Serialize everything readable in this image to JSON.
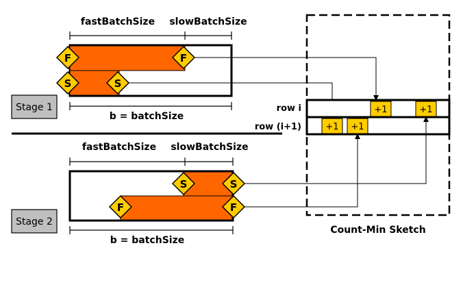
{
  "labels": {
    "fast_batch": "fastBatchSize",
    "slow_batch": "slowBatchSize",
    "batch_size": "b = batchSize",
    "stage1": "Stage 1",
    "stage2": "Stage 2",
    "row_i": "row i",
    "row_i1": "row (i+1)",
    "sketch_title": "Count-Min Sketch"
  },
  "markers": {
    "fast": "F",
    "slow": "S"
  },
  "increment": "+1",
  "colors": {
    "pointer_bar": "#FF6600",
    "marker_fill": "#FFCC00",
    "cell_fill": "#FFCC00",
    "stage_box": "#BFBFBF",
    "stroke": "#000000"
  }
}
